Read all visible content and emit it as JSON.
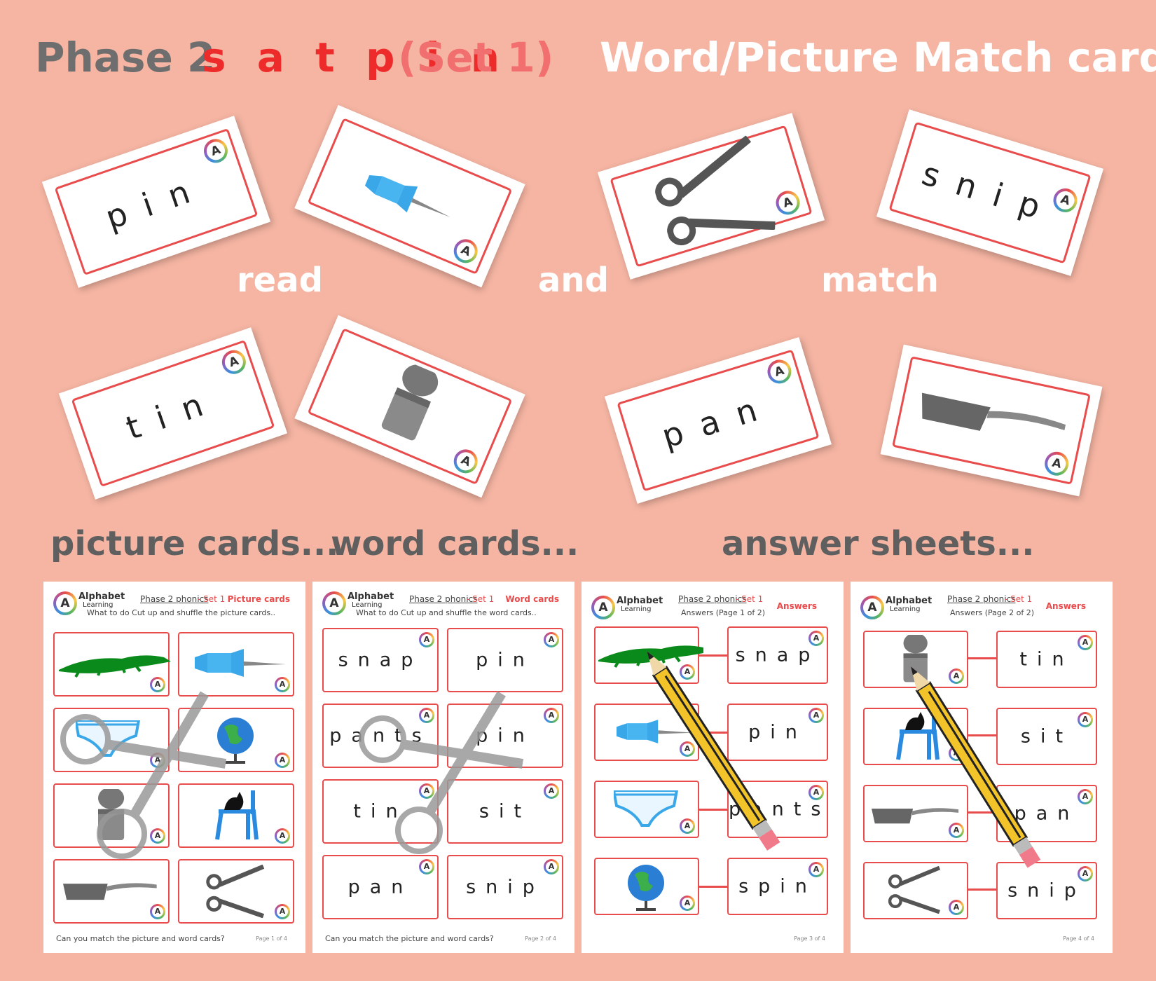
{
  "header": {
    "phase": "Phase 2",
    "letters": "s a t p i n",
    "set": "(Set 1)",
    "product": "Word/Picture Match cards"
  },
  "labels": {
    "read": "read",
    "and": "and",
    "match": "match",
    "picture_cards": "picture cards...",
    "word_cards": "word cards...",
    "answer_sheets": "answer sheets..."
  },
  "cards": {
    "pin": "pin",
    "snip": "snip",
    "tin": "tin",
    "pan": "pan"
  },
  "sheets": [
    {
      "brand": "Alphabet",
      "brand_sub": "Learning",
      "phonics": "Phase 2 phonics",
      "set": "- Set 1",
      "type": "Picture cards",
      "sub": "What to do  Cut up and shuffle the picture cards..",
      "footer": "Can you match the picture and word cards?",
      "page": "Page 1 of 4"
    },
    {
      "brand": "Alphabet",
      "brand_sub": "Learning",
      "phonics": "Phase 2 phonics",
      "set": "- Set 1",
      "type": "Word cards",
      "sub": "What to do  Cut up and shuffle the word cards..",
      "footer": "Can you match the picture and word cards?",
      "page": "Page 2 of 4",
      "words": [
        "snap",
        "pin",
        "pants",
        "pin",
        "tin",
        "sit",
        "pan",
        "snip"
      ]
    },
    {
      "brand": "Alphabet",
      "brand_sub": "Learning",
      "phonics": "Phase 2 phonics",
      "set": "- Set 1",
      "type": "Answers",
      "sub": "Answers (Page 1 of 2)",
      "page": "Page 3 of 4",
      "words": [
        "snap",
        "pin",
        "pants",
        "spin"
      ]
    },
    {
      "brand": "Alphabet",
      "brand_sub": "Learning",
      "phonics": "Phase 2 phonics",
      "set": "- Set 1",
      "type": "Answers",
      "sub": "Answers (Page 2 of 2)",
      "page": "Page 4 of 4",
      "words": [
        "tin",
        "sit",
        "pan",
        "snip"
      ]
    }
  ],
  "colors": {
    "background": "#f6b5a3",
    "accent_red": "#e84c4c",
    "title_grey": "#6e6e6e"
  },
  "icons": [
    "crocodile-icon",
    "push-pin-icon",
    "pants-icon",
    "globe-icon",
    "tin-icon",
    "cat-on-chair-icon",
    "frying-pan-icon",
    "scissors-icon",
    "pencil-icon",
    "alphabet-learning-logo"
  ]
}
